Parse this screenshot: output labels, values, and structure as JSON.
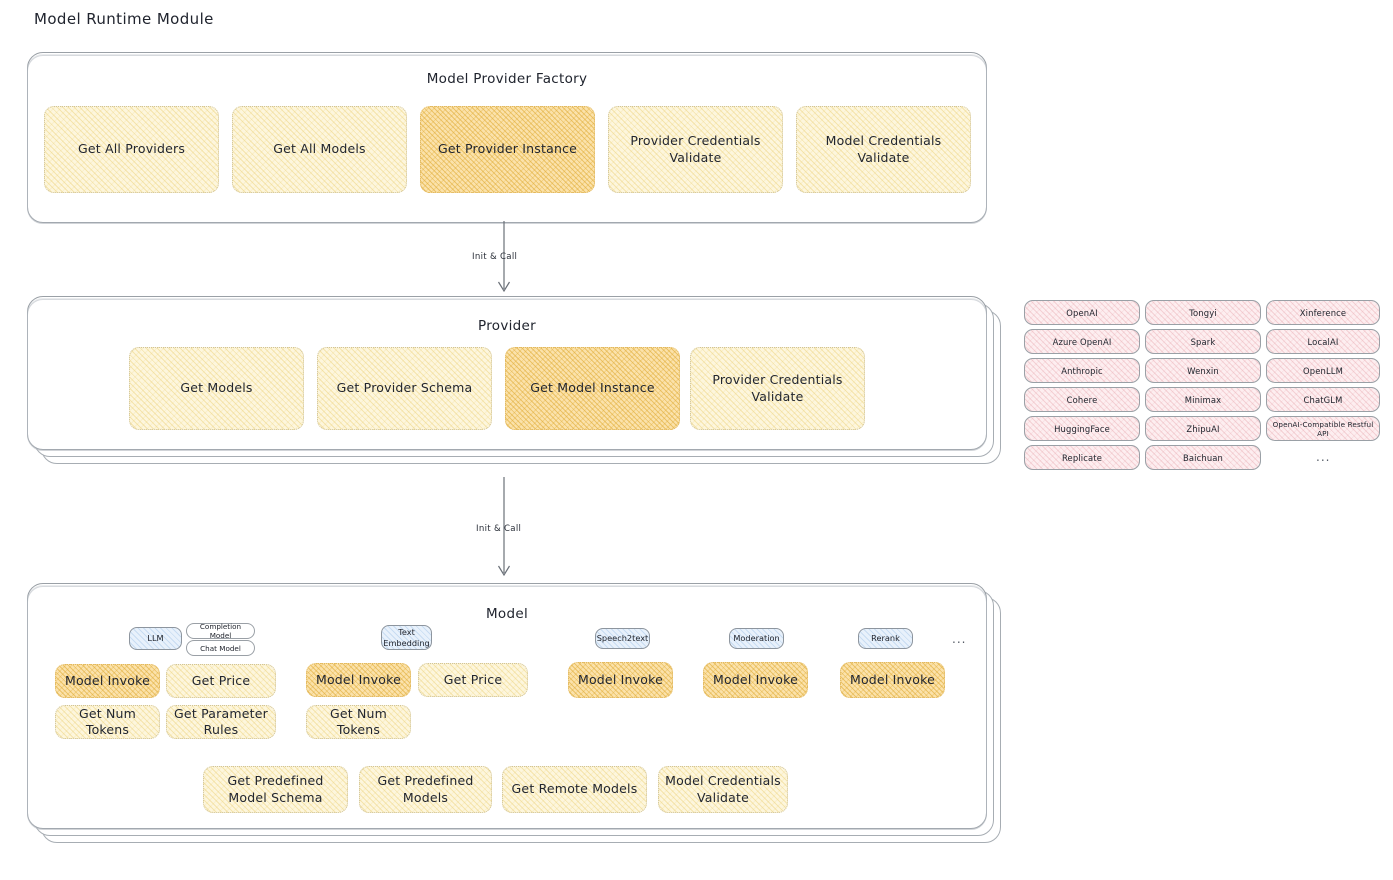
{
  "page": {
    "title": "Model Runtime Module"
  },
  "factory": {
    "title": "Model Provider Factory",
    "items": [
      {
        "label": "Get All Providers",
        "highlight": false
      },
      {
        "label": "Get All Models",
        "highlight": false
      },
      {
        "label": "Get Provider Instance",
        "highlight": true
      },
      {
        "label": "Provider Credentials Validate",
        "highlight": false
      },
      {
        "label": "Model Credentials Validate",
        "highlight": false
      }
    ]
  },
  "arrows": [
    {
      "label": "Init & Call"
    },
    {
      "label": "Init & Call"
    }
  ],
  "provider": {
    "title": "Provider",
    "items": [
      {
        "label": "Get Models",
        "highlight": false
      },
      {
        "label": "Get Provider Schema",
        "highlight": false
      },
      {
        "label": "Get Model Instance",
        "highlight": true
      },
      {
        "label": "Provider Credentials Validate",
        "highlight": false
      }
    ]
  },
  "provider_list": {
    "columns": [
      [
        "OpenAI",
        "Azure OpenAI",
        "Anthropic",
        "Cohere",
        "HuggingFace",
        "Replicate"
      ],
      [
        "Tongyi",
        "Spark",
        "Wenxin",
        "Minimax",
        "ZhipuAI",
        "Baichuan"
      ],
      [
        "Xinference",
        "LocalAI",
        "OpenLLM",
        "ChatGLM",
        "OpenAI-Compatible Restful API"
      ]
    ],
    "more": "..."
  },
  "model": {
    "title": "Model",
    "more": "...",
    "types": [
      {
        "badge": "LLM",
        "sub_badges": [
          "Completion Model",
          "Chat Model"
        ],
        "methods": [
          {
            "label": "Model Invoke",
            "highlight": true
          },
          {
            "label": "Get Price",
            "highlight": false
          },
          {
            "label": "Get Num Tokens",
            "highlight": false
          },
          {
            "label": "Get Parameter Rules",
            "highlight": false
          }
        ]
      },
      {
        "badge": "Text Embedding",
        "sub_badges": [],
        "methods": [
          {
            "label": "Model Invoke",
            "highlight": true
          },
          {
            "label": "Get Price",
            "highlight": false
          },
          {
            "label": "Get Num Tokens",
            "highlight": false
          }
        ]
      },
      {
        "badge": "Speech2text",
        "sub_badges": [],
        "methods": [
          {
            "label": "Model Invoke",
            "highlight": true
          }
        ]
      },
      {
        "badge": "Moderation",
        "sub_badges": [],
        "methods": [
          {
            "label": "Model Invoke",
            "highlight": true
          }
        ]
      },
      {
        "badge": "Rerank",
        "sub_badges": [],
        "methods": [
          {
            "label": "Model Invoke",
            "highlight": true
          }
        ]
      }
    ],
    "common_methods": [
      {
        "label": "Get Predefined Model Schema",
        "highlight": false
      },
      {
        "label": "Get Predefined Models",
        "highlight": false
      },
      {
        "label": "Get Remote Models",
        "highlight": false
      },
      {
        "label": "Model Credentials Validate",
        "highlight": false
      }
    ]
  },
  "colors": {
    "chip_fill": "#fdf6dd",
    "chip_highlight_fill": "#fbe2ab",
    "pill_fill": "#fdeef0",
    "badge_fill": "#e8f1fb",
    "card_border": "#9aa0a6",
    "background": "#ffffff"
  }
}
